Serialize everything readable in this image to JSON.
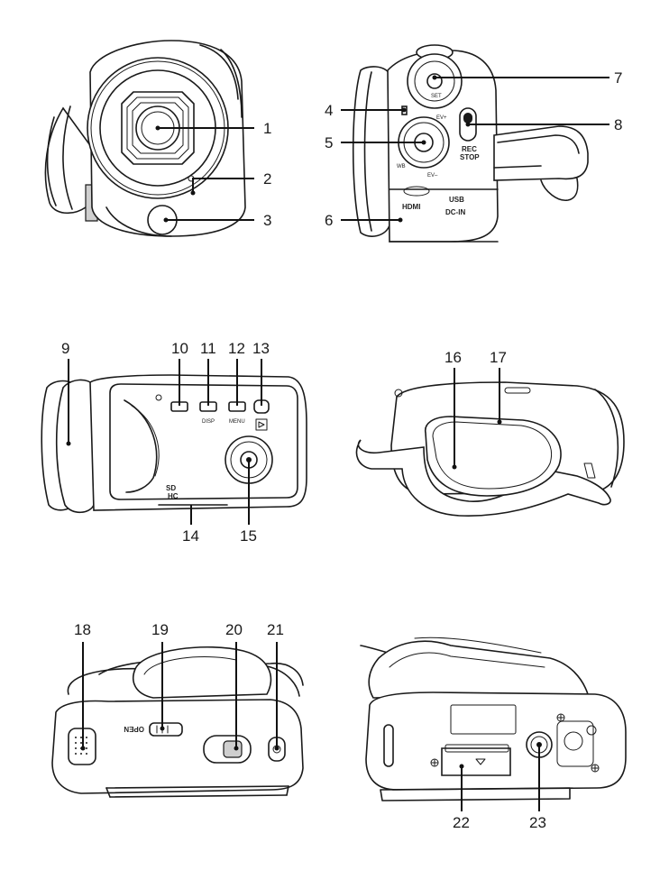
{
  "views": {
    "front": {
      "callouts": [
        {
          "n": "1"
        },
        {
          "n": "2"
        },
        {
          "n": "3"
        }
      ]
    },
    "side": {
      "callouts": [
        {
          "n": "4"
        },
        {
          "n": "5"
        },
        {
          "n": "6"
        },
        {
          "n": "7"
        },
        {
          "n": "8"
        }
      ],
      "panel_text": {
        "ev_plus": "EV+",
        "ev_minus": "EV–",
        "wb": "WB",
        "rec": "REC",
        "stop": "STOP",
        "set": "SET",
        "hdmi": "HDMI",
        "usb": "USB",
        "dcin": "DC-IN"
      }
    },
    "lcd": {
      "callouts": [
        {
          "n": "9"
        },
        {
          "n": "10"
        },
        {
          "n": "11"
        },
        {
          "n": "12"
        },
        {
          "n": "13"
        },
        {
          "n": "14"
        },
        {
          "n": "15"
        }
      ],
      "panel_text": {
        "disp": "DISP",
        "menu": "MENU",
        "sd": "SD",
        "hc": "HC"
      }
    },
    "grip": {
      "callouts": [
        {
          "n": "16"
        },
        {
          "n": "17"
        }
      ]
    },
    "top": {
      "callouts": [
        {
          "n": "18"
        },
        {
          "n": "19"
        },
        {
          "n": "20"
        },
        {
          "n": "21"
        }
      ],
      "panel_text": {
        "open": "OPEN"
      }
    },
    "bottom": {
      "callouts": [
        {
          "n": "22"
        },
        {
          "n": "23"
        }
      ]
    }
  }
}
